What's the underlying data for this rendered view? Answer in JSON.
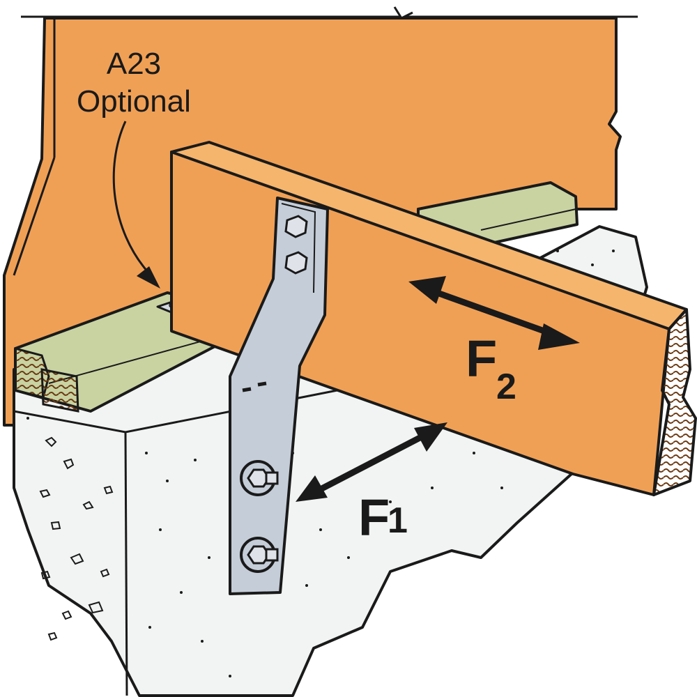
{
  "callout": {
    "line1": "A23",
    "line2": "Optional"
  },
  "forces": {
    "f1": {
      "letter": "F",
      "subscript": "1"
    },
    "f2": {
      "letter": "F",
      "subscript": "2"
    }
  },
  "colors": {
    "wood": "#f0a055",
    "sill": "#c9d3a2",
    "concrete": "#f2f3f3",
    "steel": "#c5cdd8",
    "outline": "#1a1a1a"
  },
  "icons": [
    "anchor-bolt-icon",
    "angle-clip-icon",
    "double-arrow-icon"
  ]
}
